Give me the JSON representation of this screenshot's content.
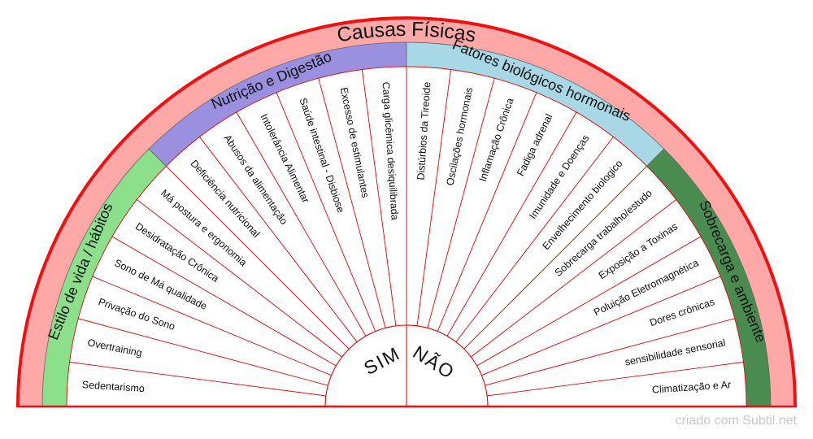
{
  "title": "Causas Físicas",
  "center": {
    "left": "SIM",
    "right": "NÃO"
  },
  "groups": [
    {
      "label": "Estilo de vida / hábitos",
      "color": "#8ce08c",
      "items": [
        "Sedentarismo",
        "Overtraining",
        "Privação do Sono",
        "Sono de Má qualidade",
        "Desidratação Crônica",
        "Má postura e ergonomia"
      ]
    },
    {
      "label": "Nutrição e Digestão",
      "color": "#9b8fe0",
      "items": [
        "Deficiência nutricional",
        "Abusos da alimentação",
        "Intolerância Alimentar",
        "Saúde intestinal - Disbiose",
        "Excesso de estimulantes",
        "Carga glicêmica desiquilibrada"
      ]
    },
    {
      "label": "Fatores biológicos hormonais",
      "color": "#a8d8e6",
      "items": [
        "Distúrbios da Tireoide",
        "Oscilações hormonais",
        "Inflamação Crônica",
        "Fadiga adrenal",
        "Imunidade e Doenças",
        "Envelhecimento biologico"
      ]
    },
    {
      "label": "Sobrecarga e ambiente",
      "color": "#4a8c50",
      "items": [
        "Sobrecarga trabalho/estudo",
        "Exposição a Toxinas",
        "Poluição Eletromagnética",
        "Dores crônicas",
        "sensibilidade sensorial",
        "Climatização e Ar"
      ]
    }
  ],
  "colors": {
    "outer": "#ffa8a8",
    "rim": "#ee1111",
    "lines": "#dd0000",
    "text": "#111111"
  },
  "credit": "criado com Subtil.net"
}
